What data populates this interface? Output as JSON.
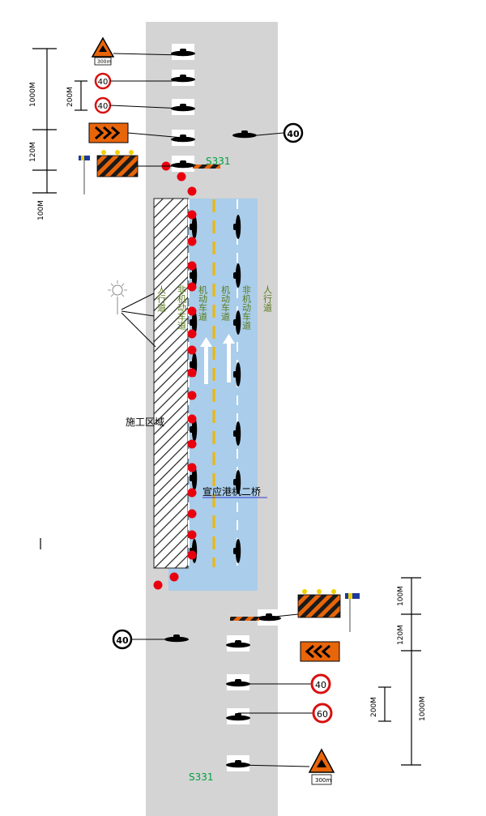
{
  "road_name": "S331",
  "bridge_label": "宣应港机二桥",
  "work_zone_label": "施工区域",
  "lanes": {
    "left_sidewalk": "人行道",
    "left_nonmotor": "非机动车道",
    "motor_1": "机动车道",
    "motor_2": "机动车道",
    "right_nonmotor": "非机动车道",
    "right_sidewalk": "人行道"
  },
  "distances": {
    "top_1000": "1000M",
    "top_200": "200M",
    "top_120": "120M",
    "top_100": "100M",
    "bottom_100": "100M",
    "bottom_120": "120M",
    "bottom_200": "200M",
    "bottom_1000": "1000M"
  },
  "speed_limits": {
    "top_40a": "40",
    "top_40b": "40",
    "top_right_40": "40",
    "bottom_left_40": "40",
    "bottom_40": "40",
    "bottom_60": "60"
  },
  "work_sign_plate": "300m",
  "colors": {
    "road": "#d4d4d4",
    "lane_area": "#a9cdea",
    "cone": "#e8000f",
    "yellow_line": "#f2b600",
    "sign_orange": "#e8650a",
    "label_green": "#00a040",
    "lane_text": "#5a7a1a",
    "dim_line": "#000000"
  }
}
